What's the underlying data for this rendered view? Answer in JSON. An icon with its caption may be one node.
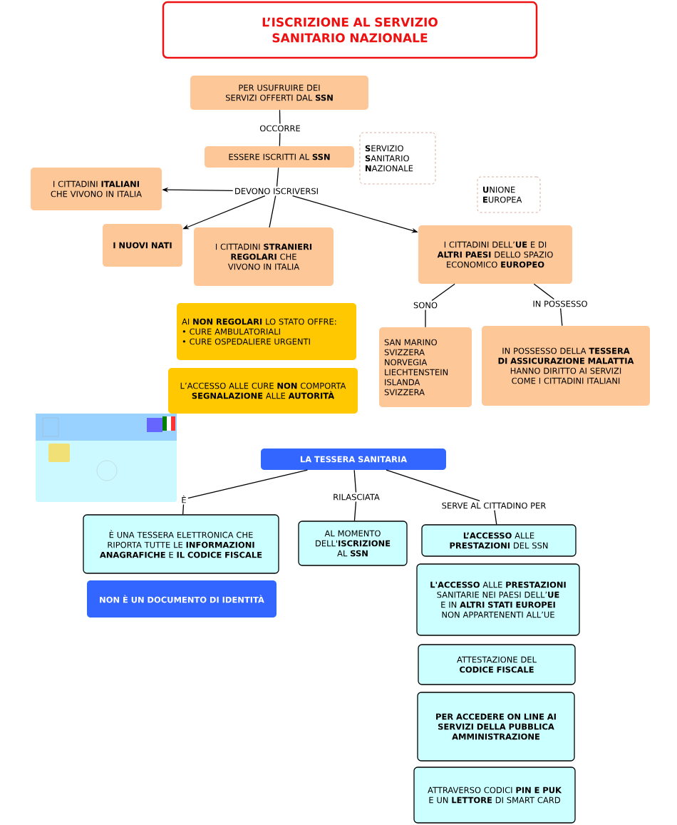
{
  "diagram": {
    "title": "L’ISCRIZIONE AL SERVIZIO SANITARIO NAZIONALE",
    "nodes": [
      {
        "text": [
          "PER USUFRUIRE DEI SERVIZI OFFERTI DAL **SSN**"
        ]
      },
      {
        "text": [
          "OCCORRE"
        ]
      },
      {
        "text": [
          "ESSERE ISCRITTI AL **SSN**"
        ]
      },
      {
        "text": [
          "**S**ERVIZIO **S**ANITARIO **N**AZIONALE"
        ]
      },
      {
        "text": [
          "DEVONO ISCRIVERSI"
        ]
      },
      {
        "text": [
          "I CITTADINI **ITALIANI** CHE VIVONO IN ITALIA"
        ]
      },
      {
        "text": [
          "**U**NIONE **E**UROPEA"
        ]
      },
      {
        "text": [
          "I NUOVI NATI"
        ]
      },
      {
        "text": [
          "I CITTADINI **STRANIERI REGOLARI** CHE VIVONO IN ITALIA"
        ]
      },
      {
        "text": [
          "I CITTADINI DELL’**UE** E DI **ALTRI PAESI** DELLO SPAZIO ECONOMICO **EUROPEO**"
        ]
      },
      {
        "text": [
          "SONO"
        ]
      },
      {
        "text": [
          "IN POSSESSO"
        ]
      },
      {
        "text": [
          "AI **NON REGOLARI** LO STATO OFFRE:",
          "• CURE AMBULATORIALI",
          "• CURE OSPEDALIERE URGENTI"
        ]
      },
      {
        "text": [
          "L’ACCESSO ALLE CURE **NON** COMPORTA **SEGNALAZIONE** ALLE **AUTORITÀ**"
        ]
      },
      {
        "text": [
          "SAN MARINO",
          "SVIZZERA",
          "NORVEGIA",
          "LIECHTENSTEIN",
          "ISLANDA",
          "SVIZZERA"
        ]
      },
      {
        "text": [
          "IN POSSESSO DELLA **TESSERA DI ASSICURAZIONE MALATTIA** HANNO DIRITTO AI SERVIZI COME I CITTADINI ITALIANI"
        ]
      },
      {
        "text": [
          "LA TESSERA SANITARIA"
        ]
      },
      {
        "text": [
          "È"
        ]
      },
      {
        "text": [
          "RILASCIATA"
        ]
      },
      {
        "text": [
          "SERVE AL CITTADINO PER"
        ]
      },
      {
        "text": [
          "È UNA TESSERA ELETTRONICA CHE RIPORTA TUTTE LE **INFORMAZIONI ANAGRAFICHE** E **IL CODICE FISCALE**"
        ]
      },
      {
        "text": [
          "NON È UN DOCUMENTO DI IDENTITÀ"
        ]
      },
      {
        "text": [
          "AL MOMENTO DELL'**ISCRIZIONE** AL **SSN**"
        ]
      },
      {
        "text": [
          "**L’ACCESSO** ALLE **PRESTAZIONI** DEL SSN"
        ]
      },
      {
        "text": [
          "**L'ACCESSO** ALLE **PRESTAZIONI** SANITARIE NEI PAESI DELL’**UE** E IN **ALTRI STATI EUROPEI** NON APPARTENENTI ALL’UE"
        ]
      },
      {
        "text": [
          "ATTESTAZIONE DEL **CODICE FISCALE**"
        ]
      },
      {
        "text": [
          "PER ACCEDERE ON LINE AI SERVIZI DELLA PUBBLICA AMMINISTRAZIONE"
        ]
      },
      {
        "text": [
          "ATTRAVERSO CODICI **PIN E PUK** E UN **LETTORE** DI SMART CARD"
        ]
      }
    ],
    "edges": [
      {
        "from": 0,
        "to": 1,
        "arrow": "none"
      },
      {
        "from": 1,
        "to": 2,
        "arrow": "none"
      },
      {
        "from": 2,
        "to": 4,
        "arrow": "none"
      },
      {
        "from": 4,
        "to": 5,
        "arrow": "to"
      },
      {
        "from": 4,
        "to": 7,
        "arrow": "to"
      },
      {
        "from": 4,
        "to": 8,
        "arrow": "none"
      },
      {
        "from": 4,
        "to": 9,
        "arrow": "to"
      },
      {
        "from": 9,
        "to": 10,
        "arrow": "none"
      },
      {
        "from": 10,
        "to": 14,
        "arrow": "none"
      },
      {
        "from": 9,
        "to": 11,
        "arrow": "none"
      },
      {
        "from": 11,
        "to": 15,
        "arrow": "none"
      },
      {
        "from": 16,
        "to": 17,
        "arrow": "none"
      },
      {
        "from": 17,
        "to": 20,
        "arrow": "none"
      },
      {
        "from": 16,
        "to": 18,
        "arrow": "none"
      },
      {
        "from": 18,
        "to": 22,
        "arrow": "none"
      },
      {
        "from": 16,
        "to": 19,
        "arrow": "none"
      },
      {
        "from": 19,
        "to": 23,
        "arrow": "none"
      }
    ]
  }
}
